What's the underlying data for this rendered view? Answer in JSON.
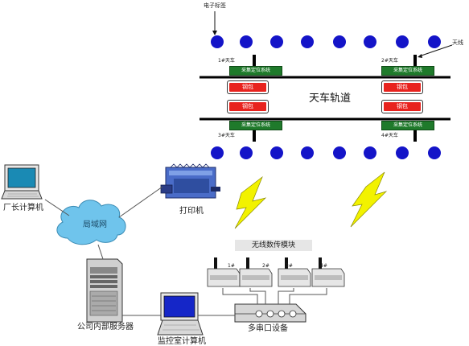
{
  "labels": {
    "tag": "电子标签",
    "antenna": "天线",
    "crane1": "1#天车",
    "crane2": "2#天车",
    "crane3": "3#天车",
    "crane4": "4#天车",
    "track": "天车轨道",
    "sys": "采集定位系统",
    "steel": "钢包",
    "factory_pc": "厂长计算机",
    "lan": "局域网",
    "printer": "打印机",
    "server": "公司内部服务器",
    "monitor_pc": "监控室计算机",
    "mux": "多串口设备",
    "module_title": "无线数传模块",
    "m1": "1#",
    "m2": "2#",
    "m3": "3#",
    "m4": "4#"
  },
  "colors": {
    "tag": "#1414c8",
    "sys": "#1f7a2b",
    "steel": "#e8231e",
    "cloud": "#6fc4ec",
    "lightning": "#f2f200"
  }
}
